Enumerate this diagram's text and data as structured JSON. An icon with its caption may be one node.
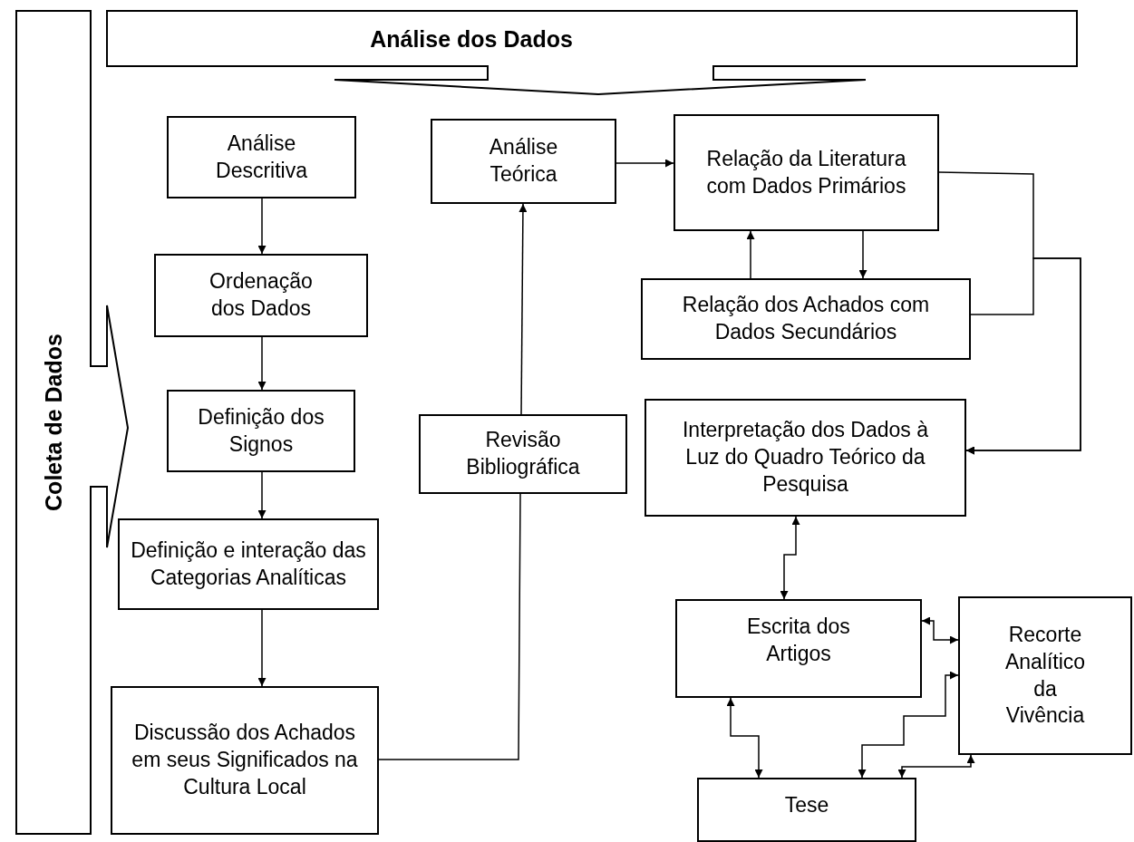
{
  "diagram": {
    "nodes": [
      {
        "text": [
          "Coleta de Dados"
        ]
      },
      {
        "text": [
          "Análise dos Dados"
        ]
      },
      {
        "text": [
          "Análise Descritiva"
        ]
      },
      {
        "text": [
          "Ordenação dos Dados"
        ]
      },
      {
        "text": [
          "Definição dos Signos"
        ]
      },
      {
        "text": [
          "Definição e interação das Categorias Analíticas"
        ]
      },
      {
        "text": [
          "Discussão dos Achados em seus Significados na Cultura Local"
        ]
      },
      {
        "text": [
          "Análise Teórica"
        ]
      },
      {
        "text": [
          "Revisão Bibliográfica"
        ]
      },
      {
        "text": [
          "Relação da Literatura com Dados Primários"
        ]
      },
      {
        "text": [
          "Relação dos Achados com Dados Secundários"
        ]
      },
      {
        "text": [
          "Interpretação dos Dados à Luz do Quadro Teórico da Pesquisa"
        ]
      },
      {
        "text": [
          "Escrita dos Artigos"
        ]
      },
      {
        "text": [
          "Recorte Analítico da Vivência"
        ]
      },
      {
        "text": [
          "Tese"
        ]
      }
    ],
    "edges": [
      {
        "from": 2,
        "to": 3,
        "arrow": "to"
      },
      {
        "from": 3,
        "to": 4,
        "arrow": "to"
      },
      {
        "from": 4,
        "to": 5,
        "arrow": "to"
      },
      {
        "from": 5,
        "to": 6,
        "arrow": "to"
      },
      {
        "from": 6,
        "to": 8,
        "arrow": "none"
      },
      {
        "from": 8,
        "to": 7,
        "arrow": "to"
      },
      {
        "from": 7,
        "to": 9,
        "arrow": "to"
      },
      {
        "from": 10,
        "to": 9,
        "arrow": "to"
      },
      {
        "from": 9,
        "to": 10,
        "arrow": "to"
      },
      {
        "from": 9,
        "to": 11,
        "arrow": "to"
      },
      {
        "from": 10,
        "to": 11,
        "arrow": "to"
      },
      {
        "from": 11,
        "to": 12,
        "arrow": "both"
      },
      {
        "from": 12,
        "to": 13,
        "arrow": "both"
      },
      {
        "from": 14,
        "to": 13,
        "arrow": "both"
      },
      {
        "from": 13,
        "to": 14,
        "arrow": "both"
      },
      {
        "from": 12,
        "to": 14,
        "arrow": "both"
      }
    ]
  }
}
